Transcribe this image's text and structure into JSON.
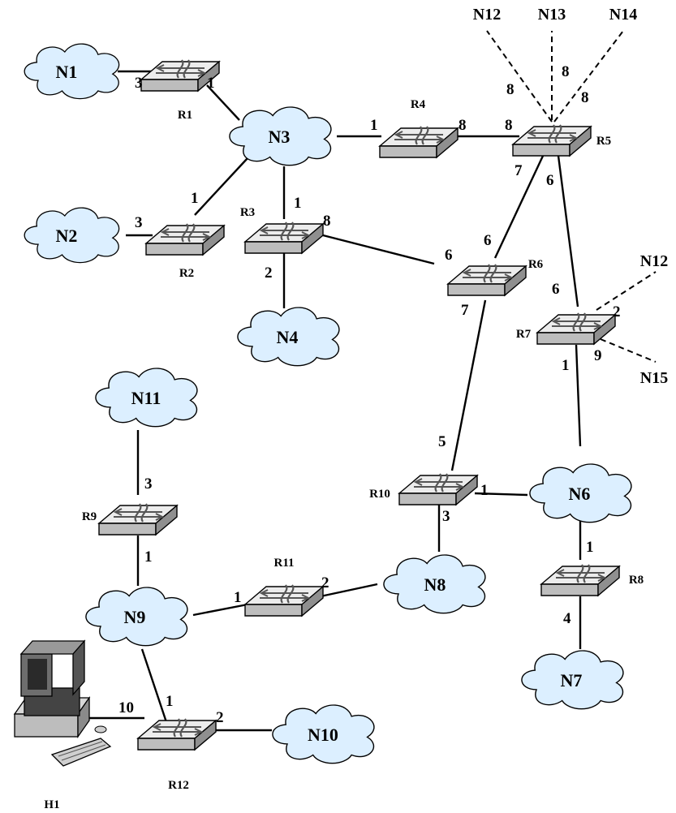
{
  "networks": {
    "N1": "N1",
    "N2": "N2",
    "N3": "N3",
    "N4": "N4",
    "N6": "N6",
    "N7": "N7",
    "N8": "N8",
    "N9": "N9",
    "N10": "N10",
    "N11": "N11"
  },
  "routers": {
    "R1": "R1",
    "R2": "R2",
    "R3": "R3",
    "R4": "R4",
    "R5": "R5",
    "R6": "R6",
    "R7": "R7",
    "R8": "R8",
    "R9": "R9",
    "R10": "R10",
    "R11": "R11",
    "R12": "R12"
  },
  "host": {
    "label": "H1"
  },
  "external_networks": {
    "r5_a": "N12",
    "r5_b": "N13",
    "r5_c": "N14",
    "r7_a": "N12",
    "r7_b": "N15"
  },
  "costs": {
    "r1_n1": "3",
    "r1_n3": "1",
    "r2_n2": "3",
    "r2_n3": "1",
    "r3_n3": "1",
    "r3_r6": "8",
    "r3_n4": "2",
    "r4_n3": "1",
    "r4_r5": "8",
    "r5_r4": "8",
    "r5_r6": "7",
    "r5_r7": "6",
    "r5_n12": "8",
    "r5_n13": "8",
    "r5_n14": "8",
    "r6_r3": "6",
    "r6_r5": "6",
    "r6_r10": "7",
    "r7_r5": "6",
    "r7_n12": "2",
    "r7_n15": "9",
    "r7_n6": "1",
    "r8_n6": "1",
    "r8_n7": "4",
    "r9_n11": "3",
    "r9_n9": "1",
    "r10_r6": "5",
    "r10_n6": "1",
    "r10_n8": "3",
    "r11_n9": "1",
    "r11_n8": "2",
    "r12_n9": "1",
    "r12_h1": "10",
    "r12_n10": "2"
  },
  "colors": {
    "cloud_fill": "#dcefff",
    "router_top": "#e9e9e9",
    "router_side": "#9a9a9a",
    "line": "#000000"
  }
}
